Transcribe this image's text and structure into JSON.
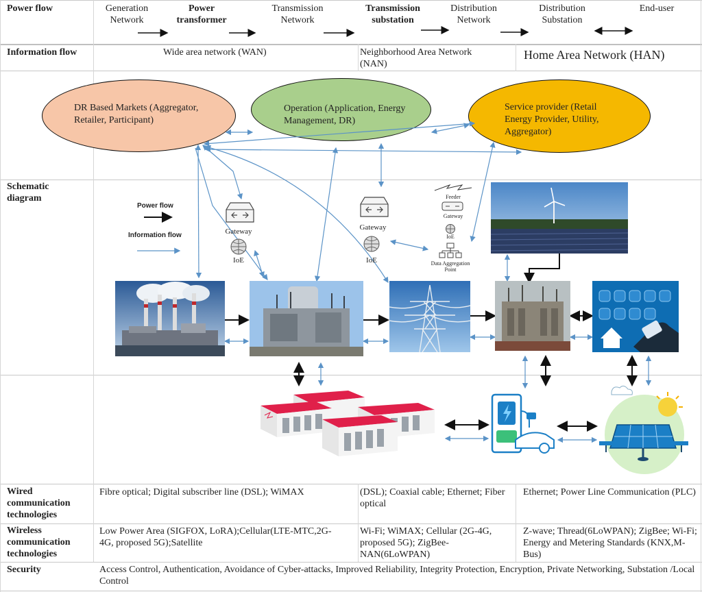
{
  "rows": {
    "power_flow_label": "Power flow",
    "information_flow_label": "Information flow",
    "schematic_label": "Schematic diagram",
    "wired_label": "Wired communication technologies",
    "wireless_label": "Wireless communication technologies",
    "security_label": "Security"
  },
  "power_flow": {
    "generation_network": "Generation Network",
    "power_transformer": "Power transformer",
    "transmission_network": "Transmission Network",
    "transmission_substation": "Transmission substation",
    "distribution_network": "Distribution Network",
    "distribution_substation": "Distribution Substation",
    "end_user": "End-user"
  },
  "information_flow": {
    "wan": "Wide area network (WAN)",
    "nan": "Neighborhood Area Network (NAN)",
    "han": "Home Area Network (HAN)"
  },
  "ellipses": {
    "dr_markets": "DR Based Markets (Aggregator, Retailer, Participant)",
    "operation": "Operation (Application, Energy Management, DR)",
    "service_provider": "Service provider (Retail Energy Provider, Utility, Aggregator)"
  },
  "legend": {
    "power_flow": "Power flow",
    "information_flow": "Information flow"
  },
  "icons": {
    "gateway_1": "Gateway",
    "ioe_1": "IoE",
    "gateway_2": "Gateway",
    "ioe_2": "IoE",
    "feeder": "Feeder",
    "gateway_3": "Gateway",
    "ioe_3": "IoE",
    "data_aggregation": "Data Aggregation Point"
  },
  "wired": {
    "wan": "Fibre optical; Digital subscriber line (DSL); WiMAX",
    "nan": "(DSL); Coaxial cable; Ethernet; Fiber optical",
    "han": "Ethernet; Power Line Communication (PLC)"
  },
  "wireless": {
    "wan": "Low Power Area (SIGFOX, LoRA);Cellular(LTE-MTC,2G-4G, proposed 5G);Satellite",
    "nan": "Wi-Fi; WiMAX; Cellular (2G-4G, proposed 5G); ZigBee-NAN(6LoWPAN)",
    "han": "Z-wave; Thread(6LoWPAN); ZigBee; Wi-Fi; Energy and Metering Standards (KNX,M-Bus)"
  },
  "security": {
    "text": "Access Control, Authentication, Avoidance of Cyber-attacks, Improved Reliability, Integrity Protection, Encryption, Private Networking, Substation /Local Control"
  },
  "colors": {
    "power_arrow": "#111111",
    "info_arrow": "#5b93c7",
    "dr_fill": "#f7c6a8",
    "operation_fill": "#a9cf8c",
    "service_fill": "#f5b800",
    "battery_red": "#e0204a"
  }
}
